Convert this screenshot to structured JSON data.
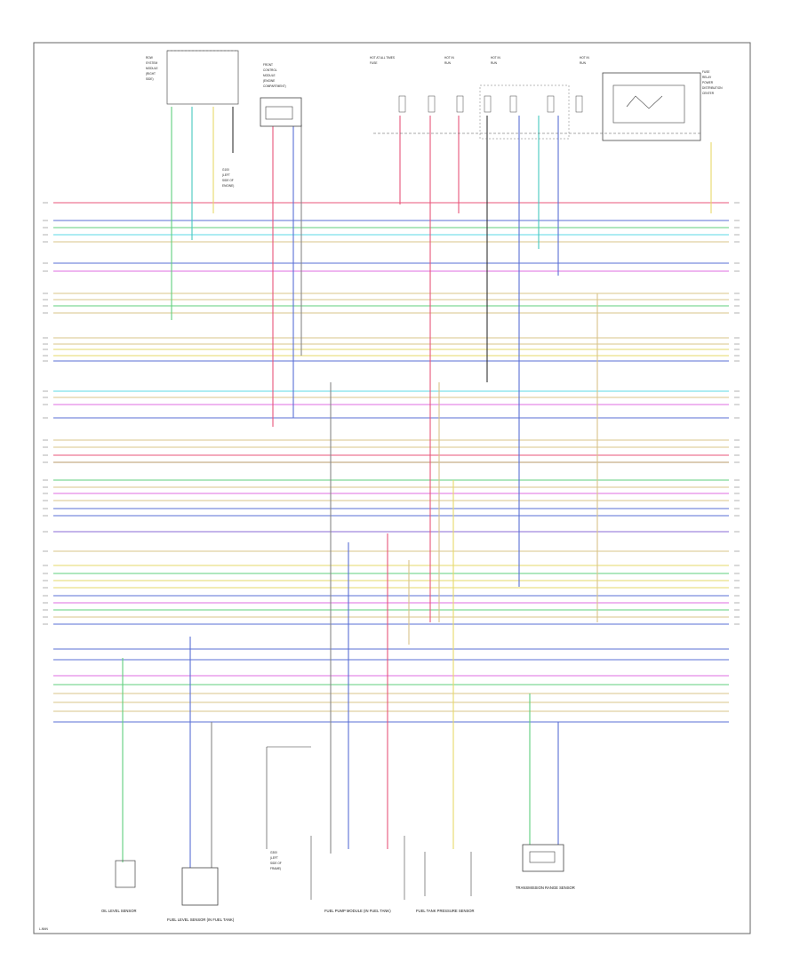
{
  "components": {
    "oil_level_sensor": "OIL LEVEL SENSOR",
    "fuel_level_sensor": "FUEL LEVEL SENSOR (IN FUEL TANK)",
    "fuel_pump_module": "FUEL PUMP MODULE (IN FUEL TANK)",
    "fuel_tank_pressure_sensor": "FUEL TANK PRESSURE SENSOR",
    "transmission_range_sensor": "TRANSMISSION RANGE SENSOR"
  },
  "footer": {
    "code": "L-NNN"
  },
  "colors": {
    "red": "#e8557a",
    "blue": "#5a6fd6",
    "green": "#5fcf7d",
    "teal": "#46c8c0",
    "yellow": "#e6d96a",
    "magenta": "#df6de0",
    "brown": "#b89a6a",
    "grey": "#888888",
    "purple": "#8a6bd6",
    "black": "#333333",
    "cyan": "#5cd8e6",
    "tan": "#d9c48a"
  },
  "wires": [
    {
      "c": "red"
    },
    {
      "c": "blue"
    },
    {
      "c": "green"
    },
    {
      "c": "cyan"
    },
    {
      "c": "tan"
    },
    {
      "c": "blue"
    },
    {
      "c": "magenta"
    },
    {
      "c": "tan"
    },
    {
      "c": "tan"
    },
    {
      "c": "green"
    },
    {
      "c": "tan"
    },
    {
      "c": "tan"
    },
    {
      "c": "tan"
    },
    {
      "c": "yellow"
    },
    {
      "c": "yellow"
    },
    {
      "c": "blue"
    },
    {
      "c": "cyan"
    },
    {
      "c": "tan"
    },
    {
      "c": "magenta"
    },
    {
      "c": "blue"
    },
    {
      "c": "tan"
    },
    {
      "c": "tan"
    },
    {
      "c": "red"
    },
    {
      "c": "brown"
    },
    {
      "c": "green"
    },
    {
      "c": "tan"
    },
    {
      "c": "magenta"
    },
    {
      "c": "tan"
    },
    {
      "c": "blue"
    },
    {
      "c": "blue"
    },
    {
      "c": "purple"
    },
    {
      "c": "tan"
    },
    {
      "c": "yellow"
    },
    {
      "c": "green"
    },
    {
      "c": "yellow"
    },
    {
      "c": "yellow"
    },
    {
      "c": "blue"
    },
    {
      "c": "magenta"
    },
    {
      "c": "green"
    },
    {
      "c": "tan"
    },
    {
      "c": "blue"
    }
  ]
}
